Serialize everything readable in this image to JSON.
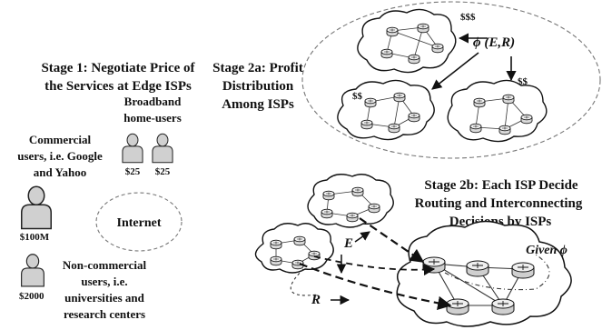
{
  "stage1": {
    "title_line1": "Stage 1: Negotiate Price of",
    "title_line2": "the Services at Edge ISPs"
  },
  "broadband": {
    "label_line1": "Broadband",
    "label_line2": "home-users",
    "price_a": "$25",
    "price_b": "$25"
  },
  "commercial": {
    "label_line1": "Commercial",
    "label_line2": "users, i.e. Google",
    "label_line3": "and Yahoo",
    "price": "$100M"
  },
  "internet_label": "Internet",
  "noncommercial": {
    "label_line1": "Non-commercial",
    "label_line2": "users, i.e.",
    "label_line3": "universities and",
    "label_line4": "research centers",
    "price": "$2000"
  },
  "stage2a": {
    "title_line1": "Stage 2a: Profit",
    "title_line2": "Distribution",
    "title_line3": "Among ISPs",
    "payment_top": "$$$",
    "payment_left": "$$",
    "payment_right": "$$",
    "phi_label": "ϕ (E,R)"
  },
  "stage2b": {
    "title_line1": "Stage 2b: Each ISP Decide",
    "title_line2": "Routing and  Interconnecting",
    "title_line3": "Decisions by ISPs",
    "given_label": "Given ϕ",
    "e_label": "E",
    "r_label": "R"
  }
}
